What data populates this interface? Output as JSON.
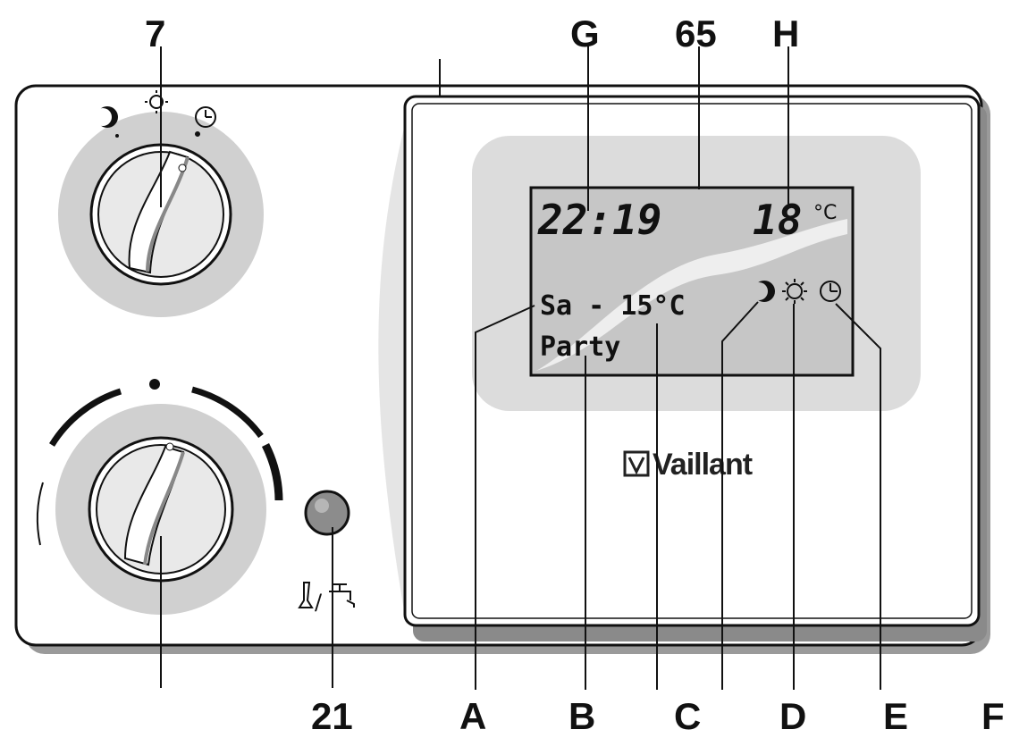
{
  "callouts": {
    "top": [
      "7",
      "G",
      "65",
      "H"
    ],
    "bottom": [
      "21",
      "A",
      "B",
      "C",
      "D",
      "E",
      "F"
    ]
  },
  "display": {
    "time": "22:19",
    "temperature": "18",
    "temperature_unit": "°C",
    "day_setpoint": "Sa - 15°C",
    "mode": "Party"
  },
  "brand": "Vaillant",
  "icons": {
    "mode_selector": [
      "moon-icon",
      "sun-icon",
      "clock-icon"
    ],
    "display_status": [
      "moon-icon",
      "sun-icon",
      "clock-icon"
    ],
    "hot_water": [
      "glass-icon",
      "tap-icon"
    ]
  },
  "colors": {
    "panel": "#ffffff",
    "panel_shadow": "#9a9a9a",
    "lcd_bezel": "#dcdcdc",
    "lcd_screen": "#c4c4c4",
    "knob_ring": "#d0d0d0",
    "button": "#8c8c8c"
  }
}
